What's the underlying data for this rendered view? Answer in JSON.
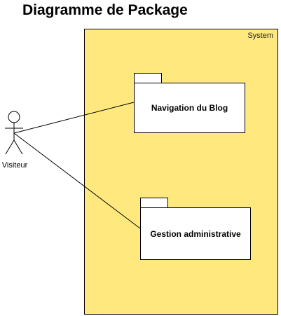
{
  "title": "Diagramme de Package",
  "system": {
    "label": "System",
    "fill_color": "#ffe97f"
  },
  "packages": [
    {
      "label": "Navigation du Blog"
    },
    {
      "label": "Gestion administrative"
    }
  ],
  "actor": {
    "label": "Visiteur"
  }
}
